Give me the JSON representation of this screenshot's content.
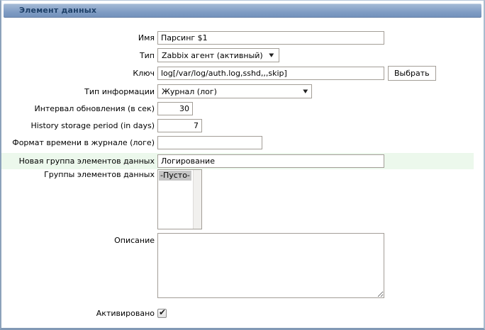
{
  "header": {
    "title": "Элемент данных"
  },
  "colors": {
    "titlebar_top": "#a7bcd7",
    "titlebar_bottom": "#7190ba",
    "titlebar_text": "#1e4068",
    "page_border": "#8ca2bb",
    "highlight_row": "#ecf8ec",
    "selected_option_bg": "#c6c6c6"
  },
  "form": {
    "name": {
      "label": "Имя",
      "value": "Парсинг $1"
    },
    "type": {
      "label": "Тип",
      "value": "Zabbix агент (активный)",
      "arrow_icon": "▼"
    },
    "key": {
      "label": "Ключ",
      "value": "log[/var/log/auth.log,sshd,,,skip]",
      "button": "Выбрать"
    },
    "info_type": {
      "label": "Тип информации",
      "value": "Журнал (лог)",
      "arrow_icon": "▼"
    },
    "update_interval": {
      "label": "Интервал обновления (в сек)",
      "value": "30"
    },
    "history_period": {
      "label": "History storage period (in days)",
      "value": "7"
    },
    "log_time_format": {
      "label": "Формат времени в журнале (логе)",
      "value": ""
    },
    "new_group": {
      "label": "Новая группа элементов данных",
      "value": "Логирование"
    },
    "groups": {
      "label": "Группы элементов данных",
      "options": [
        "-Пусто-"
      ],
      "selected": "-Пусто-"
    },
    "description": {
      "label": "Описание",
      "value": ""
    },
    "enabled": {
      "label": "Активировано",
      "checked": true
    }
  }
}
